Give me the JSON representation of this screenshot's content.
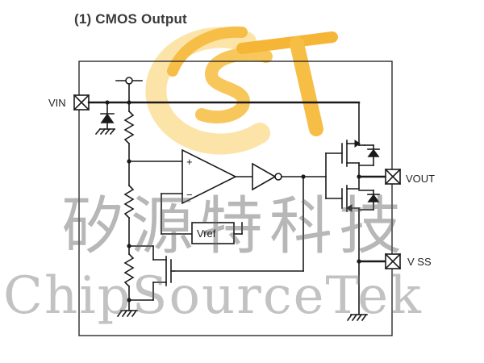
{
  "diagram": {
    "title": "(1) CMOS Output",
    "pins": {
      "vin": "VIN",
      "vout": "VOUT",
      "vss": "V SS"
    },
    "blocks": {
      "vref": "Vref",
      "comparator_plus": "+",
      "comparator_minus": "−"
    }
  },
  "watermark": {
    "chinese": "矽源特科技",
    "english": "ChipSourceTek",
    "logo": "CST"
  },
  "colors": {
    "line": "#1a1a1a",
    "frame": "#2a2a2a",
    "watermark_gray": "#6e6e6e",
    "logo_orange": "#f7b733",
    "logo_yellow": "#fde7a3"
  }
}
